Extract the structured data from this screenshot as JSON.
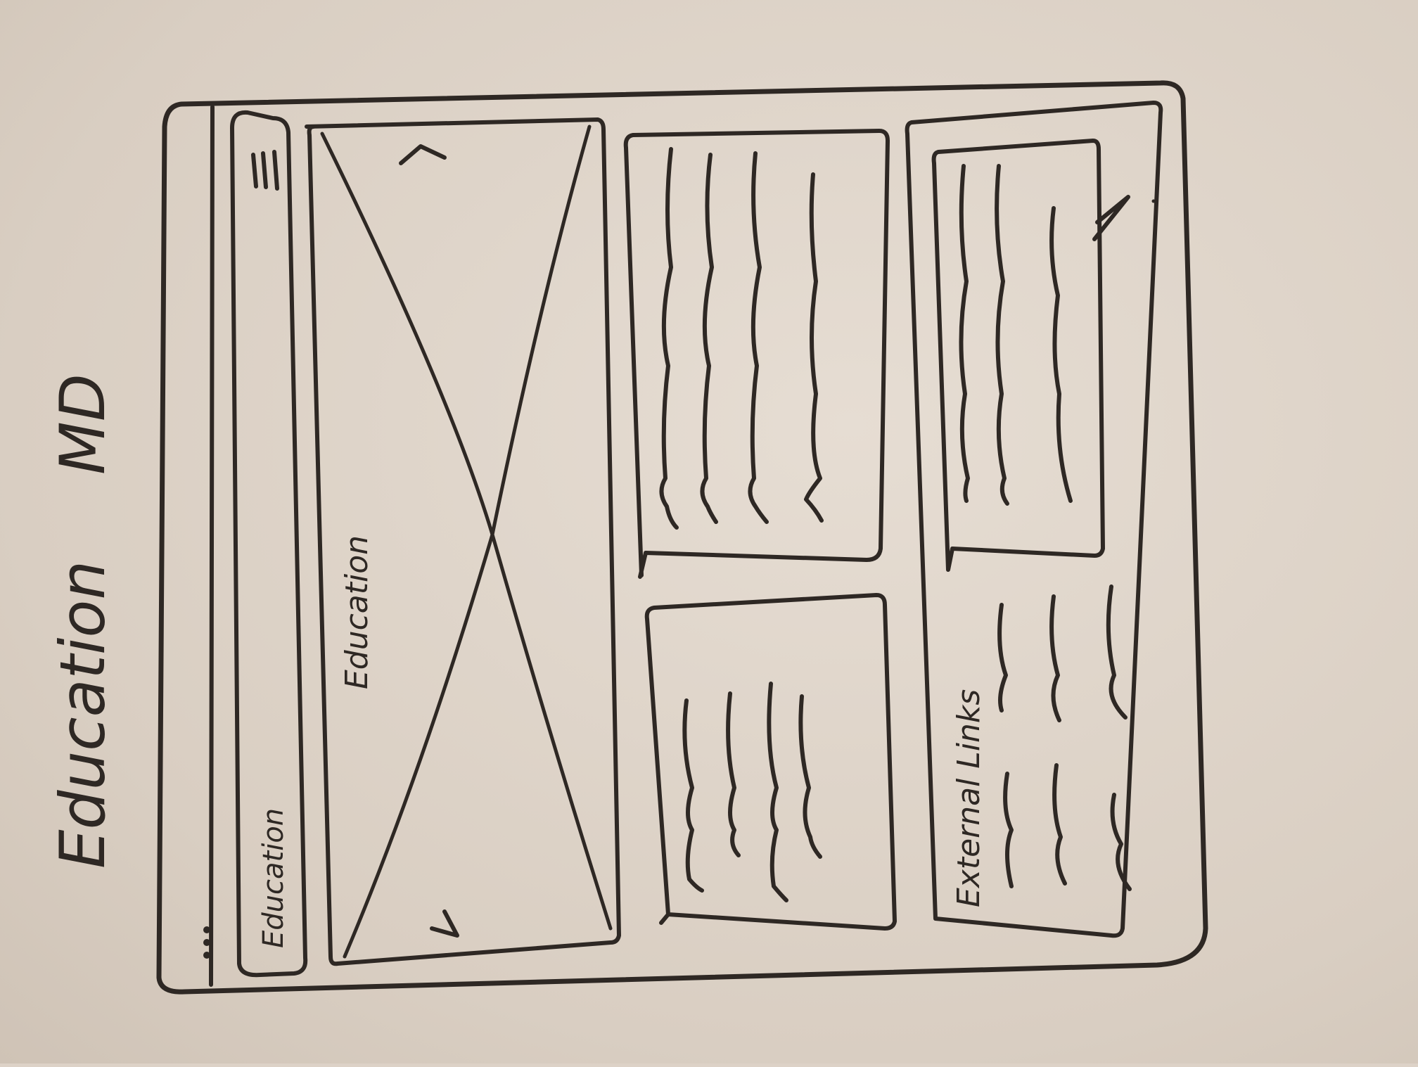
{
  "sketch": {
    "page_title": "Education",
    "page_title_suffix": "MD"
  },
  "browser": {
    "menu_dots": "..."
  },
  "navbar": {
    "brand_label": "Education"
  },
  "hero": {
    "title": "Education"
  },
  "external_links": {
    "heading": "External Links"
  },
  "colors": {
    "paper": "#ddd2c7",
    "ink": "#2e2824"
  }
}
